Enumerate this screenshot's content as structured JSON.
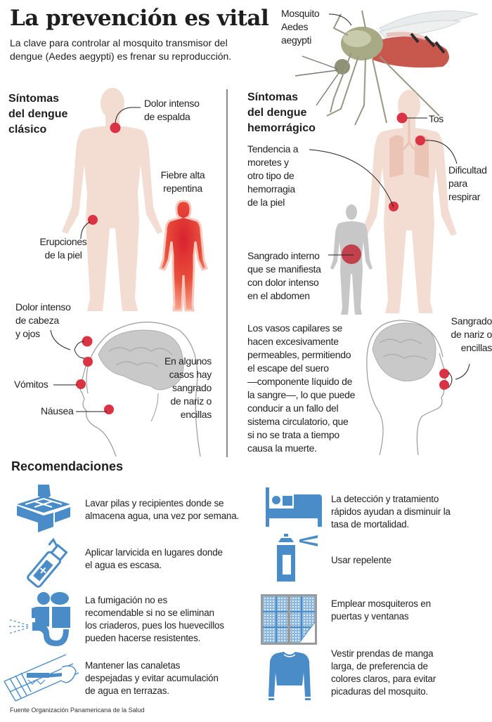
{
  "header": {
    "title": "La prevención es vital",
    "subtitle": "La clave para controlar al mosquito transmisor del dengue (Aedes aegypti) es frenar su reproducción."
  },
  "mosquito": {
    "label_lines": [
      "Mosquito",
      "Aedes",
      "aegypti"
    ]
  },
  "classic": {
    "heading_lines": [
      "Síntomas",
      "del dengue",
      "clásico"
    ],
    "symptoms": {
      "back_pain": [
        "Dolor intenso",
        "de espalda"
      ],
      "fever": [
        "Fiebre alta",
        "repentina"
      ],
      "rash": [
        "Erupciones",
        "de la piel"
      ],
      "headache": [
        "Dolor intenso",
        "de cabeza",
        "y ojos"
      ],
      "vomiting": "Vómitos",
      "nausea": "Náusea",
      "bleeding_note": [
        "En algunos",
        "casos  hay",
        "sangrado",
        "de nariz o",
        "encillas"
      ]
    }
  },
  "hemorrhagic": {
    "heading_lines": [
      "Síntomas",
      "del dengue",
      "hemorrágico"
    ],
    "symptoms": {
      "cough": "Tos",
      "breathing": [
        "Dificultad",
        "para",
        "respirar"
      ],
      "bruising": [
        "Tendencia a",
        "moretes y",
        "otro tipo de",
        "hemorragia",
        "de la piel"
      ],
      "internal_bleeding": [
        "Sangrado interno",
        "que se manifiesta",
        "con dolor intenso",
        "en el abdomen"
      ],
      "nose_gum_bleeding": [
        "Sangrado",
        "de nariz o",
        "encillas"
      ]
    },
    "explanation_lines": [
      "Los vasos capilares se",
      "hacen excesivamente",
      "permeables, permitiendo",
      "el escape del suero",
      "—componente líquido de",
      "la sangre—, lo que puede",
      "conducir a un fallo del",
      "sistema circulatorio, que",
      "si no se trata a tiempo",
      "causa la muerte."
    ]
  },
  "recommendations": {
    "heading": "Recomendaciones",
    "left": [
      {
        "icon": "water-containers-icon",
        "lines": [
          "Lavar pilas y recipientes donde se",
          "almacena agua, una vez por semana."
        ]
      },
      {
        "icon": "larvicide-spray-bottle-icon",
        "lines": [
          "Aplicar larvicida en lugares donde",
          "el agua es escasa."
        ]
      },
      {
        "icon": "fumigation-sprayer-icon",
        "lines": [
          "La fumigación no es",
          "recomendable si no se eliminan",
          "los criaderos, pues los huevecillos",
          "pueden hacerse resistentes."
        ]
      },
      {
        "icon": "gutter-cleaning-icon",
        "lines": [
          "Mantener las canaletas",
          "despejadas y evitar acumulación",
          "de agua en terrazas."
        ]
      }
    ],
    "right": [
      {
        "icon": "hospital-bed-icon",
        "lines": [
          "La detección y tratamiento",
          "rápidos ayudan a disminuir la",
          "tasa de mortalidad."
        ]
      },
      {
        "icon": "repellent-spray-can-icon",
        "lines": [
          "Usar repelente"
        ]
      },
      {
        "icon": "mosquito-net-icon",
        "lines": [
          "Emplear mosquiteros en",
          "puertas y ventanas"
        ]
      },
      {
        "icon": "long-sleeve-shirt-icon",
        "lines": [
          "Vestir prendas de manga",
          "larga, de preferencia de",
          "colores claros, para evitar",
          "picaduras del mosquito."
        ]
      }
    ]
  },
  "source": "Fuente Organización Panamericana de la Salud",
  "colors": {
    "skin": "#f3ddd3",
    "symptom_dot": "#d93344",
    "icon_blue": "#4a8cc7",
    "brain_gray": "#c9c9c9",
    "divider": "#8a8a8a"
  }
}
